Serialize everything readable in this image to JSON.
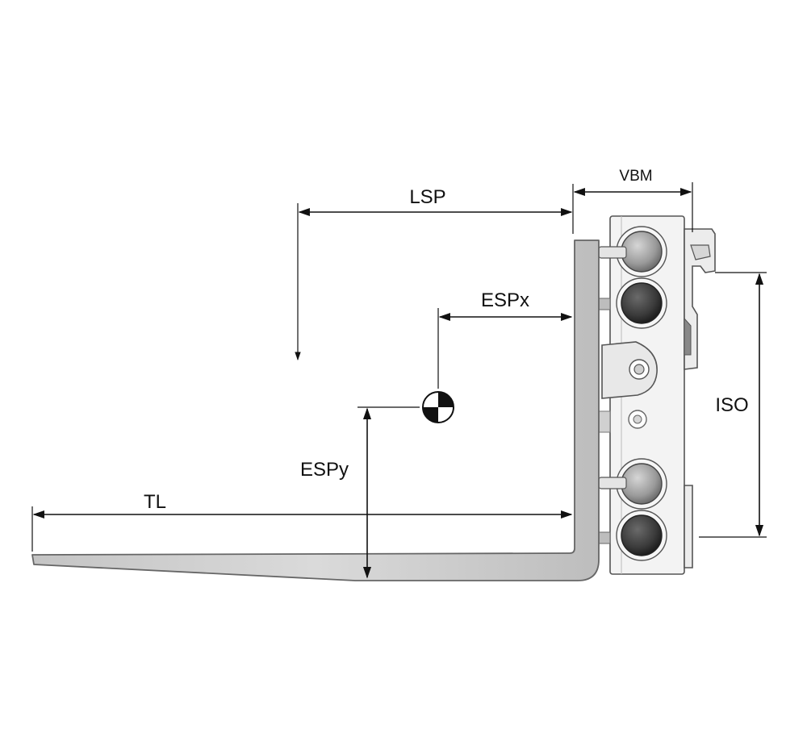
{
  "labels": {
    "lsp": "LSP",
    "vbm": "VBM",
    "espx": "ESPx",
    "espy": "ESPy",
    "tl": "TL",
    "iso": "ISO"
  },
  "colors": {
    "fork_fill": "#d2d2d2",
    "fork_stroke": "#6a6a6a",
    "carriage_fill": "#f2f2f2",
    "roller_light": "#a8a8a8",
    "roller_dark": "#3a3a3a",
    "line": "#111111"
  }
}
